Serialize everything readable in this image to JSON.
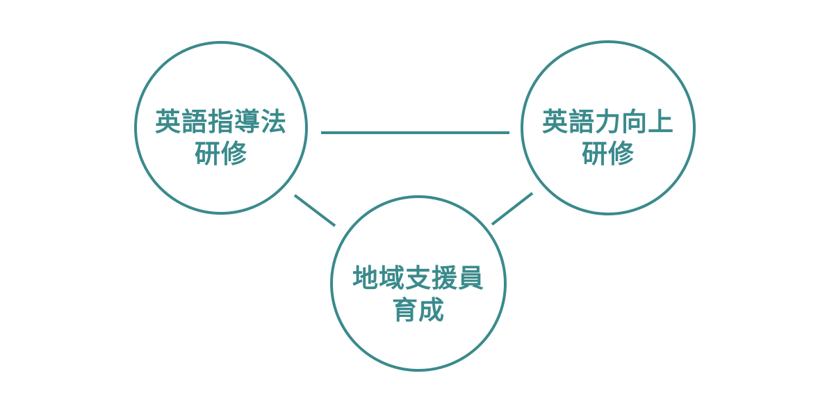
{
  "colors": {
    "accent": "#3a8a8c",
    "background": "#ffffff"
  },
  "nodes": {
    "left": {
      "line1": "英語指導法",
      "line2": "研修"
    },
    "right": {
      "line1": "英語力向上",
      "line2": "研修"
    },
    "bottom": {
      "line1": "地域支援員",
      "line2": "育成"
    }
  },
  "edges": [
    {
      "from": "left",
      "to": "right"
    },
    {
      "from": "left",
      "to": "bottom"
    },
    {
      "from": "right",
      "to": "bottom"
    }
  ]
}
